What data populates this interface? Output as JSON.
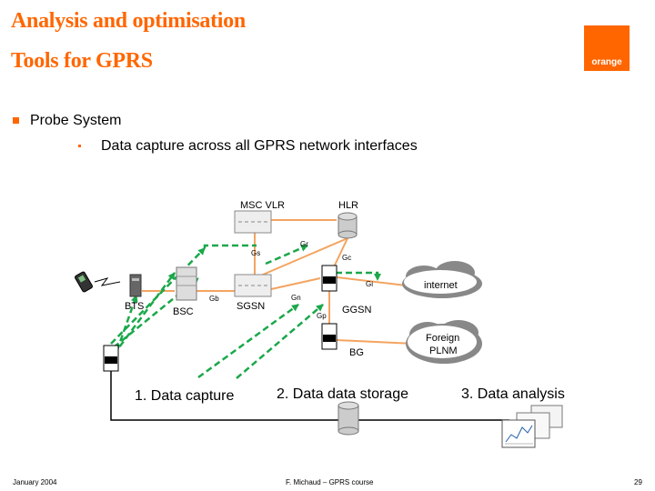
{
  "header": {
    "title_line1": "Analysis and optimisation",
    "title_line2": "Tools for GPRS",
    "logo_text": "orange"
  },
  "content": {
    "bullet": "Probe System",
    "sub_bullet": "Data capture across all GPRS network interfaces"
  },
  "diagram": {
    "nodes": {
      "msc_vlr": "MSC VLR",
      "hlr": "HLR",
      "bts": "BTS",
      "bsc": "BSC",
      "sgsn": "SGSN",
      "ggsn": "GGSN",
      "bg": "BG",
      "internet": "internet",
      "foreign_line1": "Foreign",
      "foreign_line2": "PLNM"
    },
    "interfaces": {
      "gs": "Gs",
      "gr": "Gr",
      "gc": "Gc",
      "gi": "Gi",
      "gb": "Gb",
      "gn": "Gn",
      "gp": "Gp"
    },
    "stages": {
      "capture": "1. Data capture",
      "storage": "2. Data data storage",
      "analysis": "3. Data analysis"
    },
    "colors": {
      "link": "#f4a460",
      "probe": "#1aa84a",
      "accent": "#ff6600"
    }
  },
  "footer": {
    "date": "January 2004",
    "author": "F. Michaud – GPRS course",
    "page": "29"
  }
}
